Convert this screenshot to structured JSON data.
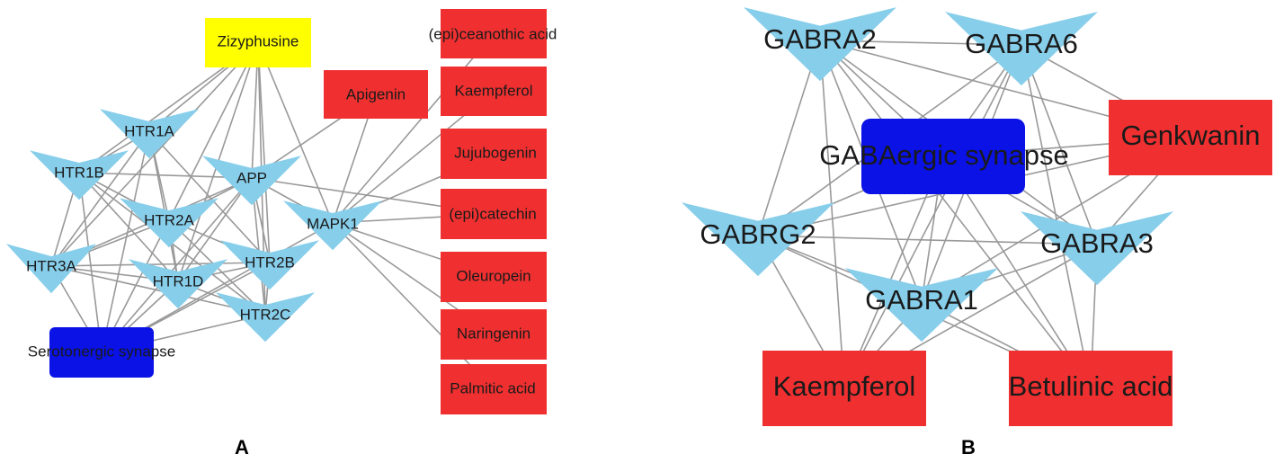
{
  "colors": {
    "gene": "#87CEEB",
    "compound": "#F03030",
    "pathway": "#0A12E6",
    "highlight_compound": "#FFFF00",
    "edge": "#999999"
  },
  "panel_a": {
    "label": "A",
    "nodes": [
      {
        "id": "zizyphusine",
        "label": "Zizyphusine",
        "kind": "highlight_compound"
      },
      {
        "id": "apigenin",
        "label": "Apigenin",
        "kind": "compound"
      },
      {
        "id": "epiceanothic",
        "label": "(epi)ceanothic acid",
        "kind": "compound"
      },
      {
        "id": "kaempferol_a",
        "label": "Kaempferol",
        "kind": "compound"
      },
      {
        "id": "jujubogenin",
        "label": "Jujubogenin",
        "kind": "compound"
      },
      {
        "id": "epicatechin",
        "label": "(epi)catechin",
        "kind": "compound"
      },
      {
        "id": "oleuropein",
        "label": "Oleuropein",
        "kind": "compound"
      },
      {
        "id": "naringenin",
        "label": "Naringenin",
        "kind": "compound"
      },
      {
        "id": "palmitic",
        "label": "Palmitic acid",
        "kind": "compound"
      },
      {
        "id": "htr1a",
        "label": "HTR1A",
        "kind": "gene"
      },
      {
        "id": "htr1b",
        "label": "HTR1B",
        "kind": "gene"
      },
      {
        "id": "app",
        "label": "APP",
        "kind": "gene"
      },
      {
        "id": "htr2a",
        "label": "HTR2A",
        "kind": "gene"
      },
      {
        "id": "mapk1",
        "label": "MAPK1",
        "kind": "gene"
      },
      {
        "id": "htr3a",
        "label": "HTR3A",
        "kind": "gene"
      },
      {
        "id": "htr1d",
        "label": "HTR1D",
        "kind": "gene"
      },
      {
        "id": "htr2b",
        "label": "HTR2B",
        "kind": "gene"
      },
      {
        "id": "htr2c",
        "label": "HTR2C",
        "kind": "gene"
      },
      {
        "id": "serotonergic",
        "label": "Serotonergic synapse",
        "kind": "pathway"
      }
    ],
    "edges": [
      [
        "zizyphusine",
        "htr1a"
      ],
      [
        "zizyphusine",
        "htr1b"
      ],
      [
        "zizyphusine",
        "app"
      ],
      [
        "zizyphusine",
        "htr2a"
      ],
      [
        "zizyphusine",
        "htr3a"
      ],
      [
        "zizyphusine",
        "htr1d"
      ],
      [
        "zizyphusine",
        "htr2b"
      ],
      [
        "zizyphusine",
        "htr2c"
      ],
      [
        "zizyphusine",
        "mapk1"
      ],
      [
        "apigenin",
        "app"
      ],
      [
        "apigenin",
        "mapk1"
      ],
      [
        "epiceanothic",
        "mapk1"
      ],
      [
        "kaempferol_a",
        "mapk1"
      ],
      [
        "jujubogenin",
        "mapk1"
      ],
      [
        "epicatechin",
        "mapk1"
      ],
      [
        "oleuropein",
        "mapk1"
      ],
      [
        "naringenin",
        "mapk1"
      ],
      [
        "palmitic",
        "mapk1"
      ],
      [
        "epicatechin",
        "app"
      ],
      [
        "htr1a",
        "htr1b"
      ],
      [
        "htr1a",
        "htr2a"
      ],
      [
        "htr1a",
        "htr3a"
      ],
      [
        "htr1a",
        "htr1d"
      ],
      [
        "htr1a",
        "htr2b"
      ],
      [
        "htr1a",
        "serotonergic"
      ],
      [
        "htr1b",
        "app"
      ],
      [
        "htr1b",
        "htr3a"
      ],
      [
        "htr1b",
        "htr1d"
      ],
      [
        "htr1b",
        "htr2a"
      ],
      [
        "htr1b",
        "serotonergic"
      ],
      [
        "htr1b",
        "htr2c"
      ],
      [
        "app",
        "htr2a"
      ],
      [
        "app",
        "htr1d"
      ],
      [
        "app",
        "htr2b"
      ],
      [
        "app",
        "htr2c"
      ],
      [
        "app",
        "serotonergic"
      ],
      [
        "app",
        "htr3a"
      ],
      [
        "app",
        "mapk1"
      ],
      [
        "htr2a",
        "htr3a"
      ],
      [
        "htr2a",
        "htr1d"
      ],
      [
        "htr2a",
        "htr2b"
      ],
      [
        "htr2a",
        "serotonergic"
      ],
      [
        "htr2a",
        "htr2c"
      ],
      [
        "htr3a",
        "htr1d"
      ],
      [
        "htr3a",
        "htr2b"
      ],
      [
        "htr3a",
        "htr2c"
      ],
      [
        "htr3a",
        "serotonergic"
      ],
      [
        "htr1d",
        "htr2b"
      ],
      [
        "htr1d",
        "htr2c"
      ],
      [
        "htr1d",
        "serotonergic"
      ],
      [
        "htr2b",
        "htr2c"
      ],
      [
        "htr2b",
        "serotonergic"
      ],
      [
        "mapk1",
        "serotonergic"
      ],
      [
        "htr2c",
        "serotonergic"
      ]
    ]
  },
  "panel_b": {
    "label": "B",
    "nodes": [
      {
        "id": "gabra2",
        "label": "GABRA2",
        "kind": "gene"
      },
      {
        "id": "gabra6",
        "label": "GABRA6",
        "kind": "gene"
      },
      {
        "id": "genkwanin",
        "label": "Genkwanin",
        "kind": "compound"
      },
      {
        "id": "gabaergic",
        "label": "GABAergic synapse",
        "kind": "pathway"
      },
      {
        "id": "gabrg2",
        "label": "GABRG2",
        "kind": "gene"
      },
      {
        "id": "gabra3",
        "label": "GABRA3",
        "kind": "gene"
      },
      {
        "id": "gabra1",
        "label": "GABRA1",
        "kind": "gene"
      },
      {
        "id": "kaempferol_b",
        "label": "Kaempferol",
        "kind": "compound"
      },
      {
        "id": "betulinic",
        "label": "Betulinic acid",
        "kind": "compound"
      }
    ],
    "edges": [
      [
        "gabra2",
        "gabra6"
      ],
      [
        "gabra2",
        "genkwanin"
      ],
      [
        "gabra2",
        "gabaergic"
      ],
      [
        "gabra2",
        "gabrg2"
      ],
      [
        "gabra2",
        "gabra3"
      ],
      [
        "gabra2",
        "gabra1"
      ],
      [
        "gabra2",
        "kaempferol_b"
      ],
      [
        "gabra2",
        "betulinic"
      ],
      [
        "gabra6",
        "genkwanin"
      ],
      [
        "gabra6",
        "gabaergic"
      ],
      [
        "gabra6",
        "gabrg2"
      ],
      [
        "gabra6",
        "gabra3"
      ],
      [
        "gabra6",
        "gabra1"
      ],
      [
        "gabra6",
        "kaempferol_b"
      ],
      [
        "gabra6",
        "betulinic"
      ],
      [
        "genkwanin",
        "gabaergic"
      ],
      [
        "genkwanin",
        "gabra3"
      ],
      [
        "genkwanin",
        "gabra1"
      ],
      [
        "genkwanin",
        "gabrg2"
      ],
      [
        "gabaergic",
        "gabrg2"
      ],
      [
        "gabaergic",
        "gabra3"
      ],
      [
        "gabaergic",
        "gabra1"
      ],
      [
        "gabaergic",
        "kaempferol_b"
      ],
      [
        "gabaergic",
        "betulinic"
      ],
      [
        "gabrg2",
        "gabra3"
      ],
      [
        "gabrg2",
        "gabra1"
      ],
      [
        "gabrg2",
        "kaempferol_b"
      ],
      [
        "gabrg2",
        "betulinic"
      ],
      [
        "gabra3",
        "gabra1"
      ],
      [
        "gabra3",
        "kaempferol_b"
      ],
      [
        "gabra3",
        "betulinic"
      ],
      [
        "gabra1",
        "kaempferol_b"
      ],
      [
        "gabra1",
        "betulinic"
      ]
    ]
  }
}
